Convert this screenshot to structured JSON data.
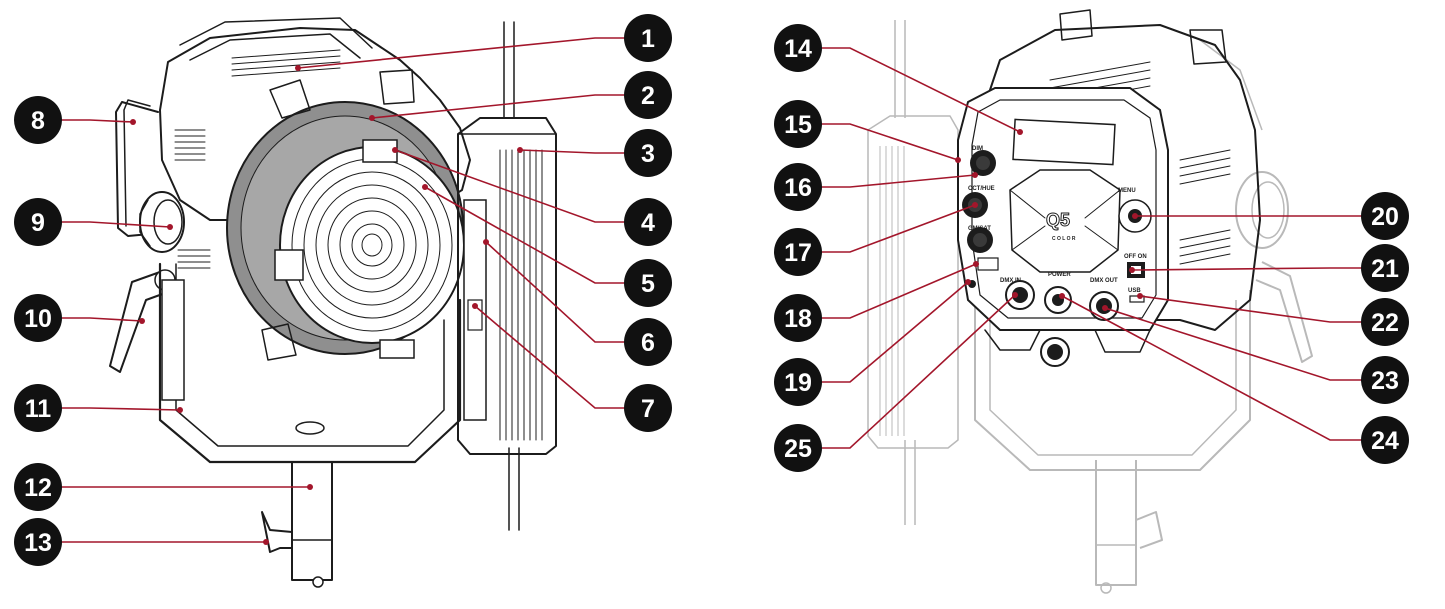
{
  "callouts": {
    "c1": "1",
    "c2": "2",
    "c3": "3",
    "c4": "4",
    "c5": "5",
    "c6": "6",
    "c7": "7",
    "c8": "8",
    "c9": "9",
    "c10": "10",
    "c11": "11",
    "c12": "12",
    "c13": "13",
    "c14": "14",
    "c15": "15",
    "c16": "16",
    "c17": "17",
    "c18": "18",
    "c19": "19",
    "c20": "20",
    "c21": "21",
    "c22": "22",
    "c23": "23",
    "c24": "24",
    "c25": "25"
  },
  "rear_panel": {
    "logo": "Q5",
    "logo_sub": "C O L O R"
  },
  "colors": {
    "leader": "#a3162b",
    "badge": "#111111",
    "ink": "#1c1c1c",
    "ghost": "#b9b9b9"
  }
}
